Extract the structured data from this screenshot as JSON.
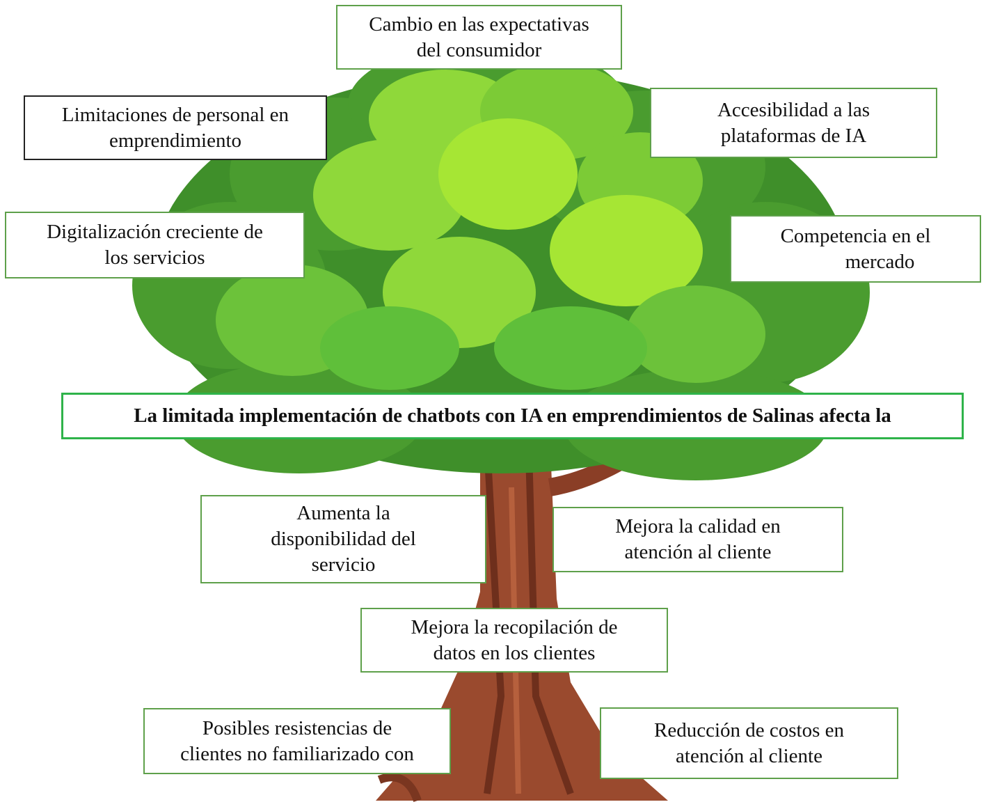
{
  "colors": {
    "box_border": "#5ea04a",
    "central_border": "#2fb34a",
    "foliage_dark": "#3f8f2a",
    "foliage_mid": "#5fbf3a",
    "foliage_light": "#a6e634",
    "trunk": "#9a4a2e"
  },
  "causes": {
    "top_center": [
      "Cambio en las expectativas",
      "del consumidor"
    ],
    "left_upper": [
      "Limitaciones de personal en",
      "emprendimiento"
    ],
    "right_upper": [
      "Accesibilidad a las",
      "plataformas de IA"
    ],
    "left_lower": [
      "Digitalización creciente de",
      "los servicios"
    ],
    "right_lower": [
      "Competencia en el",
      "mercado"
    ]
  },
  "problem": "La limitada implementación de chatbots con IA en emprendimientos de Salinas afecta la",
  "effects": {
    "availability": [
      "Aumenta la",
      "disponibilidad del",
      "servicio"
    ],
    "quality": [
      "Mejora la calidad en",
      "atención al cliente"
    ],
    "data": [
      "Mejora la recopilación de",
      "datos en los clientes"
    ],
    "resistance": [
      "Posibles resistencias de",
      "clientes no familiarizado con"
    ],
    "costs": [
      "Reducción de costos en",
      "atención al cliente"
    ]
  }
}
